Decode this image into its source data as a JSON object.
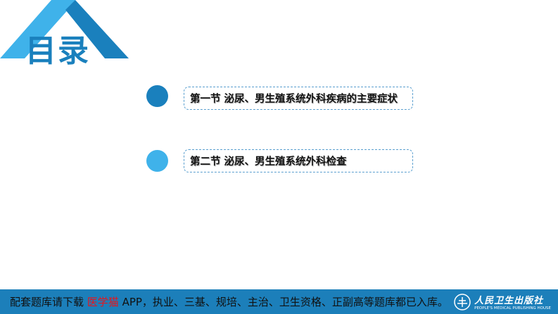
{
  "title": "目录",
  "colors": {
    "dark_blue": "#1a80bd",
    "light_blue": "#3fb2ea",
    "footer_bg": "#1c7fba",
    "highlight": "#e8141b"
  },
  "items": [
    {
      "label": "第一节  泌尿、男生殖系统外科疾病的主要症状",
      "dot_color": "#1a80bd"
    },
    {
      "label": "第二节  泌尿、男生殖系统外科检查",
      "dot_color": "#3fb2ea"
    }
  ],
  "footer": {
    "text_before": "配套题库请下载 ",
    "app_name": "医学猫",
    "text_after": " APP，执业、三基、规培、主治、卫生资格、正副高等题库都已入库。",
    "publisher_cn": "人民卫生出版社",
    "publisher_en": "PEOPLE'S MEDICAL PUBLISHING HOUSE"
  }
}
